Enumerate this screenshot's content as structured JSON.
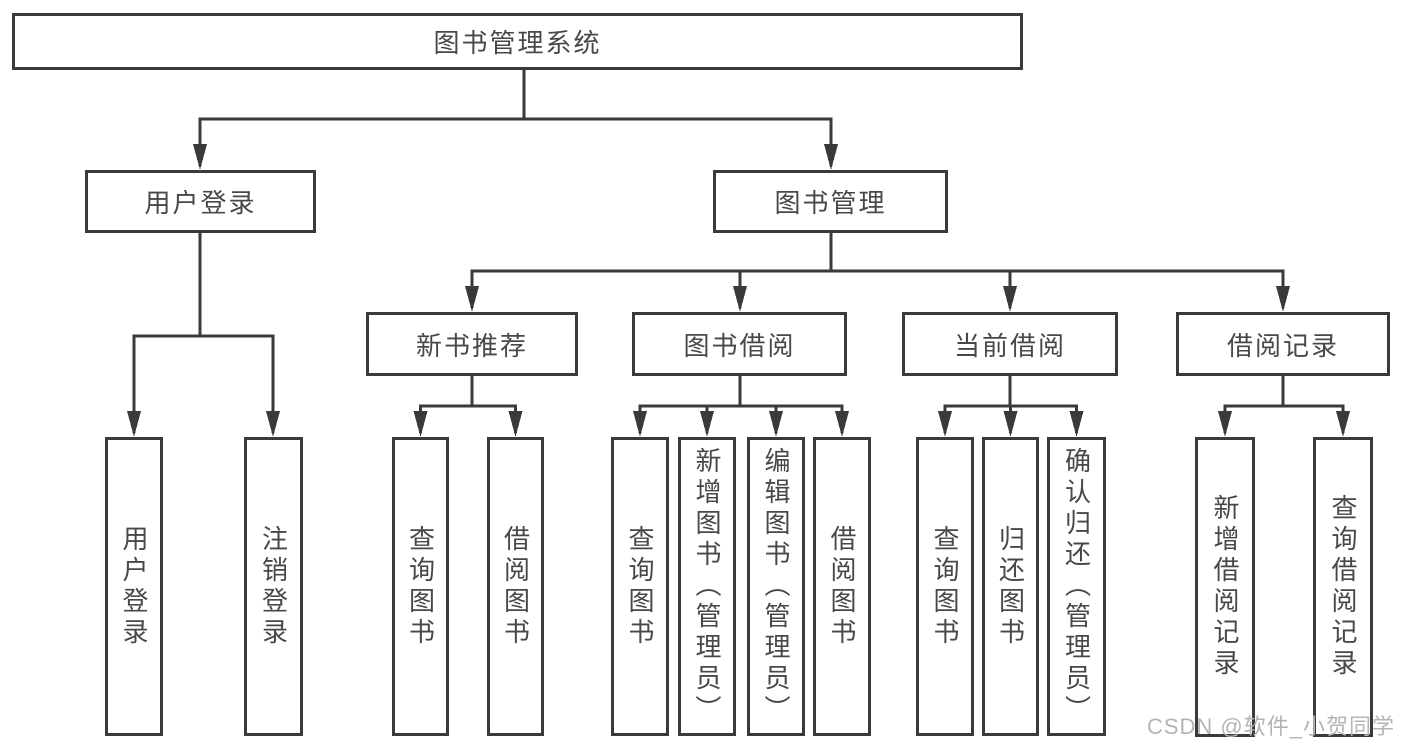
{
  "diagram_title": "图书管理系统",
  "tree": {
    "label": "图书管理系统",
    "children": [
      {
        "label": "用户登录",
        "children": [
          {
            "label": "用户登录"
          },
          {
            "label": "注销登录"
          }
        ]
      },
      {
        "label": "图书管理",
        "children": [
          {
            "label": "新书推荐",
            "children": [
              {
                "label": "查询图书"
              },
              {
                "label": "借阅图书"
              }
            ]
          },
          {
            "label": "图书借阅",
            "children": [
              {
                "label": "查询图书"
              },
              {
                "label": "新增图书（管理员）"
              },
              {
                "label": "编辑图书（管理员）"
              },
              {
                "label": "借阅图书"
              }
            ]
          },
          {
            "label": "当前借阅",
            "children": [
              {
                "label": "查询图书"
              },
              {
                "label": "归还图书"
              },
              {
                "label": "确认归还（管理员）"
              }
            ]
          },
          {
            "label": "借阅记录",
            "children": [
              {
                "label": "新增借阅记录"
              },
              {
                "label": "查询借阅记录"
              }
            ]
          }
        ]
      }
    ]
  },
  "watermark": {
    "text": "CSDN @软件_小贺同学"
  },
  "colors": {
    "line": "#3a3a3a",
    "text": "#484848",
    "watermark": "#b4b4b4",
    "background": "#ffffff"
  }
}
